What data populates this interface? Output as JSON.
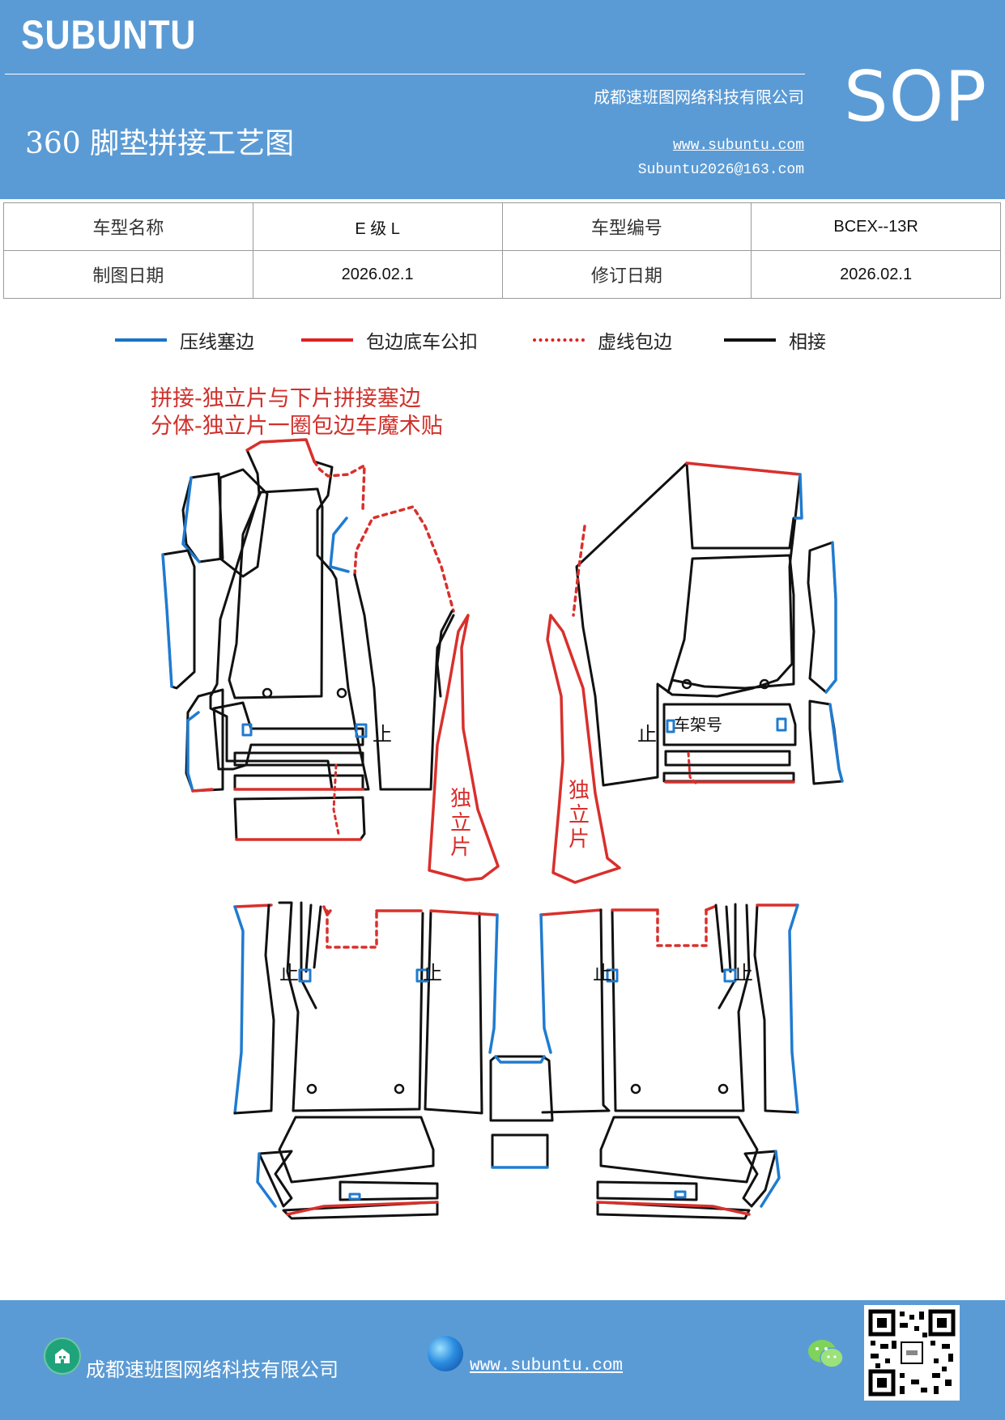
{
  "header": {
    "brand": "SUBUNTU",
    "title": "360 脚垫拼接工艺图",
    "company": "成都速班图网络科技有限公司",
    "website": "www.subuntu.com",
    "email": "Subuntu2026@163.com",
    "badge": "SOP"
  },
  "info_table": {
    "rows": [
      {
        "k1": "车型名称",
        "v1": "E 级 L",
        "k2": "车型编号",
        "v2": "BCEX--13R"
      },
      {
        "k1": "制图日期",
        "v1": "2026.02.1",
        "k2": "修订日期",
        "v2": "2026.02.1"
      }
    ]
  },
  "legend": [
    {
      "label": "压线塞边",
      "color": "#1874c8",
      "style": "solid"
    },
    {
      "label": "包边底车公扣",
      "color": "#e02020",
      "style": "solid"
    },
    {
      "label": "虚线包边",
      "color": "#e02020",
      "style": "dotted"
    },
    {
      "label": "相接",
      "color": "#111111",
      "style": "solid"
    }
  ],
  "notes": {
    "line1": "拼接-独立片与下片拼接塞边",
    "line2": "分体-独立片一圈包边车魔术贴"
  },
  "diagram": {
    "stop_mark": "止",
    "independent_piece": [
      "独",
      "立",
      "片"
    ],
    "frame_number": "车架号",
    "colors": {
      "blue": "#1f7bd0",
      "red": "#d8302c",
      "black": "#111111"
    }
  },
  "footer": {
    "company": "成都速班图网络科技有限公司",
    "website": "www.subuntu.com"
  }
}
